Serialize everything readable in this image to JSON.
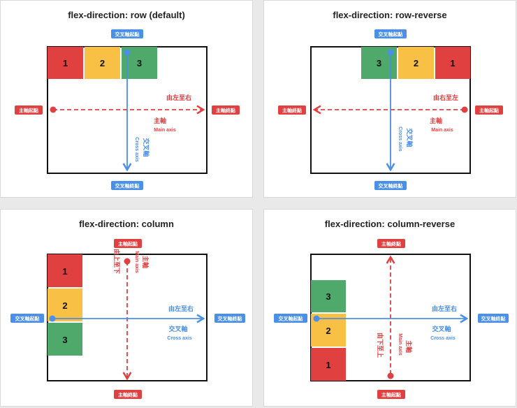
{
  "colors": {
    "red": "#e04040",
    "yellow": "#f8c044",
    "green": "#4ea96a",
    "blue": "#4a8fe8",
    "border": "#111111"
  },
  "panels": [
    {
      "title": "flex-direction: row (default)",
      "items": [
        "1",
        "2",
        "3"
      ],
      "cross_start": "交叉軸起點",
      "cross_end": "交叉軸終點",
      "main_start": "主軸起點",
      "main_end": "主軸終點",
      "direction": "由左至右",
      "main_label": "主軸",
      "main_en": "Main axis",
      "cross_label": "交叉軸",
      "cross_en": "Cross axis"
    },
    {
      "title": "flex-direction: row-reverse",
      "items": [
        "3",
        "2",
        "1"
      ],
      "cross_start": "交叉軸起點",
      "cross_end": "交叉軸終點",
      "main_start": "主軸起點",
      "main_end": "主軸終點",
      "direction": "由右至左",
      "main_label": "主軸",
      "main_en": "Main axis",
      "cross_label": "交叉軸",
      "cross_en": "Cross axis"
    },
    {
      "title": "flex-direction: column",
      "items": [
        "1",
        "2",
        "3"
      ],
      "cross_start": "交叉軸起點",
      "cross_end": "交叉軸終點",
      "main_start": "主軸起點",
      "main_end": "主軸終點",
      "direction": "由左至右",
      "main_direction": "由上至下",
      "main_label": "主軸",
      "main_en": "Main axis",
      "cross_label": "交叉軸",
      "cross_en": "Cross axis"
    },
    {
      "title": "flex-direction: column-reverse",
      "items": [
        "3",
        "2",
        "1"
      ],
      "cross_start": "交叉軸起點",
      "cross_end": "交叉軸終點",
      "main_start": "主軸起點",
      "main_end": "主軸終點",
      "direction": "由左至右",
      "main_direction": "由下至上",
      "main_label": "主軸",
      "main_en": "Main axis",
      "cross_label": "交叉軸",
      "cross_en": "Cross axis"
    }
  ]
}
